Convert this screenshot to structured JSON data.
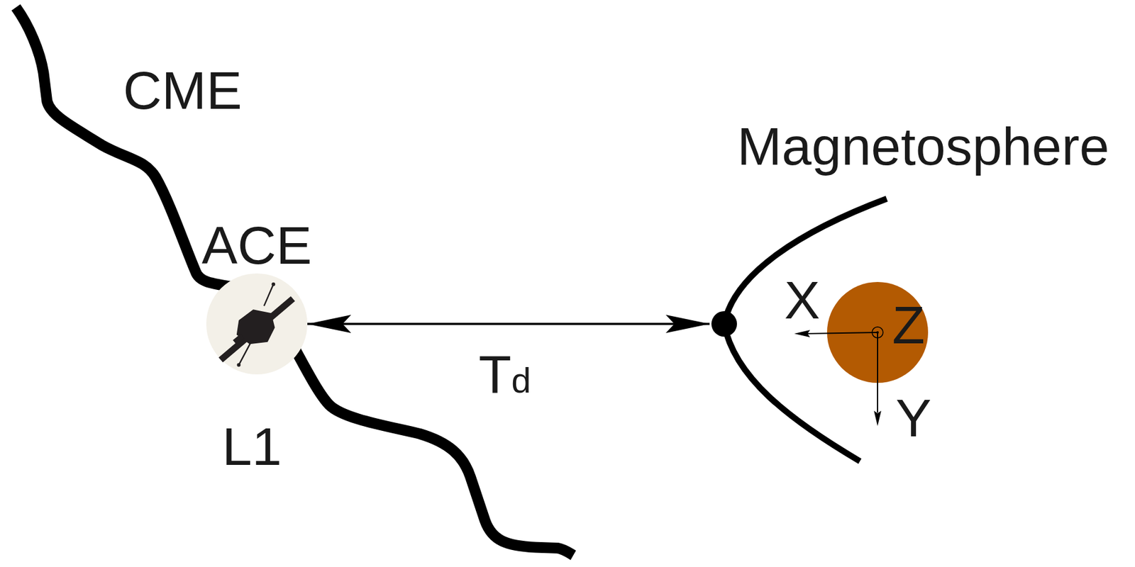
{
  "diagram": {
    "nodes": [
      {
        "text": [
          "ACE",
          "L1"
        ]
      },
      {
        "text": [
          "Magnetosphere"
        ]
      },
      {
        "text": [
          "Z"
        ],
        "in": 1
      }
    ],
    "edges": [
      {
        "from": 0,
        "to": 1,
        "label": "Td",
        "arrow": "both"
      }
    ],
    "labels": [
      "CME",
      "X",
      "Y"
    ]
  }
}
